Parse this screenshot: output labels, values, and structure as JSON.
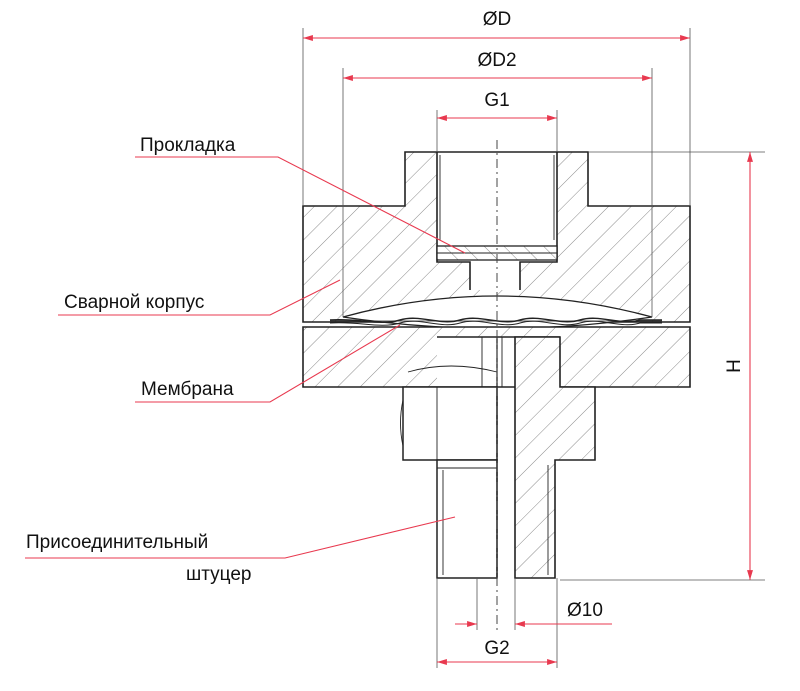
{
  "labels": {
    "gasket": "Прокладка",
    "welded_body": "Сварной корпус",
    "membrane": "Мембрана",
    "connector_line1": "Присоединительный",
    "connector_line2": "штуцер"
  },
  "dimensions": {
    "outer_diameter": "ØD",
    "inner_diameter": "ØD2",
    "top_thread": "G1",
    "bottom_thread": "G2",
    "bore": "Ø10",
    "height": "H"
  },
  "colors": {
    "dimension_lines": "#e8394f",
    "outline": "#222222",
    "hatch": "#888888"
  }
}
